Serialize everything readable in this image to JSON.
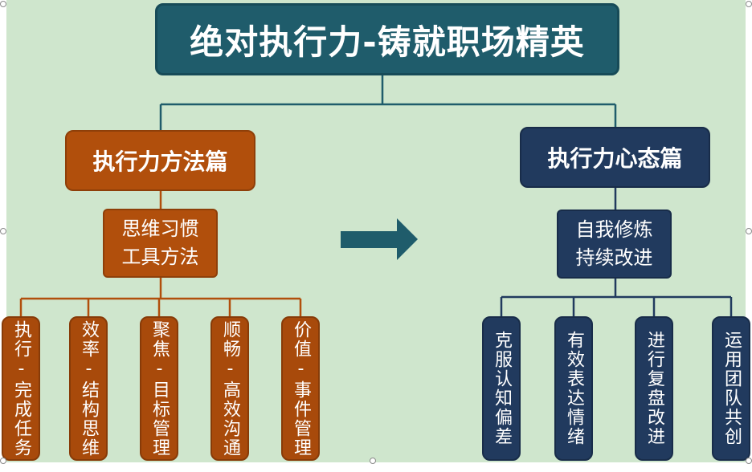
{
  "title": "绝对执行力-铸就职场精英",
  "left": {
    "category": "执行力方法篇",
    "sub_line1": "思维习惯",
    "sub_line2": "工具方法",
    "leaves": [
      "执行-完成任务",
      "效率-结构思维",
      "聚焦-目标管理",
      "顺畅-高效沟通",
      "价值-事件管理"
    ]
  },
  "right": {
    "category": "执行力心态篇",
    "sub_line1": "自我修炼",
    "sub_line2": "持续改进",
    "leaves": [
      "克服认知偏差",
      "有效表达情绪",
      "进行复盘改进",
      "运用团队共创"
    ]
  },
  "colors": {
    "background": "#cfe6cd",
    "title": "#1f5c6b",
    "left_accent": "#b14f0c",
    "right_accent": "#213a5e",
    "arrow": "#1f5c6b"
  },
  "arrow_icon": "arrow-right-icon"
}
